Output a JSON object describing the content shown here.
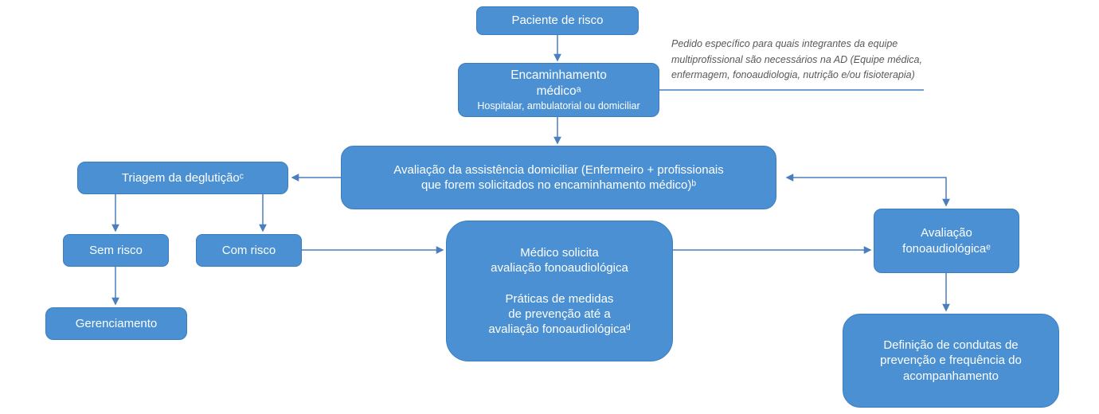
{
  "diagram_type": "flowchart",
  "nodes": {
    "paciente": {
      "label": "Paciente de risco"
    },
    "encaminhamento": {
      "title": "Encaminhamento\nmédicoᵃ",
      "subtitle": "Hospitalar, ambulatorial ou domiciliar"
    },
    "avaliacao_ad": {
      "label": "Avaliação da assistência domiciliar (Enfermeiro + profissionais\nque forem solicitados no encaminhamento médico)ᵇ"
    },
    "triagem": {
      "label": "Triagem da deglutiçãoᶜ"
    },
    "sem_risco": {
      "label": "Sem risco"
    },
    "com_risco": {
      "label": "Com risco"
    },
    "gerenciamento": {
      "label": "Gerenciamento"
    },
    "medico_solicita": {
      "label": "Médico solicita\navaliação fonoaudiológica\n\nPráticas de medidas\nde prevenção até a\navaliação fonoaudiológicaᵈ"
    },
    "avaliacao_fono": {
      "label": "Avaliação\nfonoaudiológicaᵉ"
    },
    "definicao": {
      "label": "Definição de condutas de\nprevenção e frequência do\nacompanhamento"
    }
  },
  "annotation": {
    "text": "Pedido específico para quais integrantes da equipe\nmultiprofissional são necessários na AD (Equipe médica,\nenfermagem, fonoaudiologia, nutrição e/ou fisioterapia)"
  },
  "colors": {
    "node_fill": "#4a90d2",
    "node_border": "#3b7ec0",
    "node_text": "#ffffff",
    "connector": "#4a7ebd",
    "callout_line": "#6f9fd4",
    "annotation_text": "#595959",
    "background": "#ffffff"
  }
}
